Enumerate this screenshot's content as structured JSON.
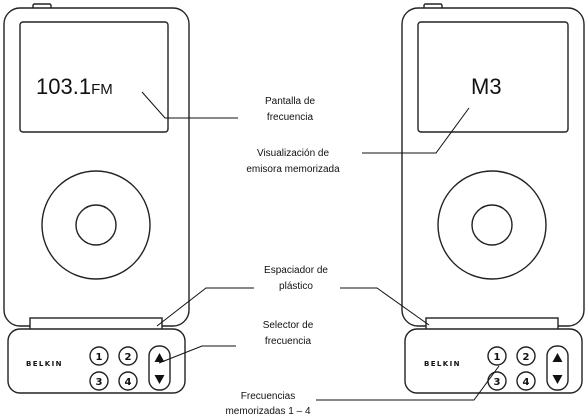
{
  "left_device": {
    "display": "103.1",
    "band": "FM",
    "brand": "BELKIN",
    "preset_buttons": [
      "1",
      "2",
      "3",
      "4"
    ]
  },
  "right_device": {
    "display": "M3",
    "brand": "BELKIN",
    "preset_buttons": [
      "1",
      "2",
      "3",
      "4"
    ]
  },
  "callouts": {
    "frequency_display": [
      "Pantalla de",
      "frecuencia"
    ],
    "preset_display": [
      "Visualización de",
      "emisora memorizada"
    ],
    "plastic_spacer": [
      "Espaciador de",
      "plástico"
    ],
    "frequency_selector": [
      "Selector de",
      "frecuencia"
    ],
    "preset_frequencies": [
      "Frecuencias",
      "memorizadas 1 – 4"
    ]
  }
}
